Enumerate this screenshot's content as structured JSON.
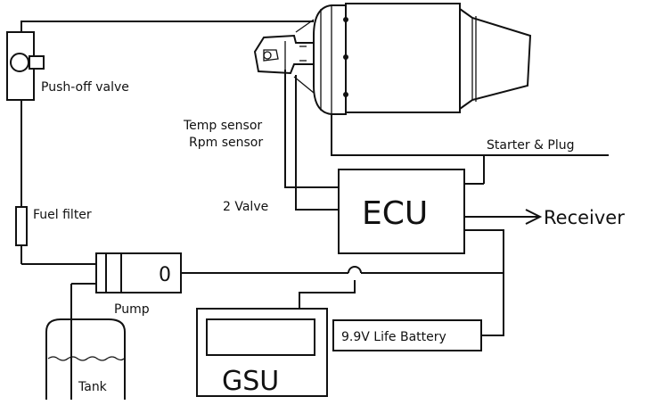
{
  "labels": {
    "push_off_valve": "Push-off valve",
    "fuel_filter": "Fuel filter",
    "pump": "Pump",
    "pump_symbol": "0",
    "tank": "Tank",
    "temp_sensor": "Temp sensor",
    "rpm_sensor": "Rpm sensor",
    "two_valve": "2 Valve",
    "starter_plug": "Starter & Plug",
    "ecu": "ECU",
    "receiver": "Receiver",
    "battery": "9.9V Life Battery",
    "gsu": "GSU"
  },
  "colors": {
    "line": "#111111",
    "background": "#ffffff"
  }
}
